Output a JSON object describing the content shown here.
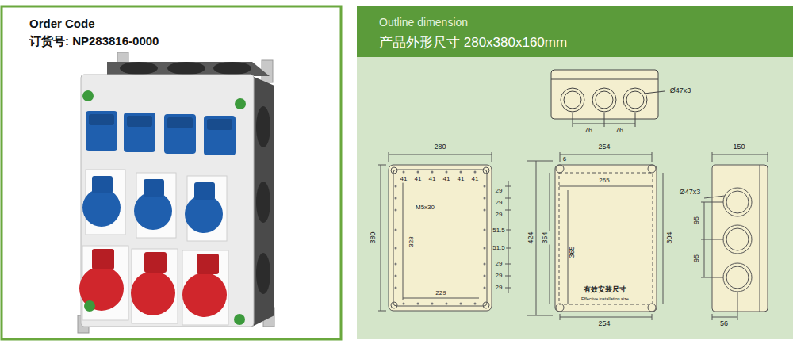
{
  "diagram": {
    "nodes": [
      {
        "text": [
          "Outline dimension",
          "产品外形尺寸 280x380x160mm"
        ]
      }
    ],
    "labels": [
      "Order Code",
      "订货号: NP283816-0000",
      "Ø47x3",
      "76",
      "76",
      "280",
      "41",
      "41",
      "41",
      "41",
      "41",
      "41",
      "29",
      "29",
      "29",
      "51.5",
      "51.5",
      "29",
      "29",
      "29",
      "M5x30",
      "328",
      "380",
      "229",
      "254",
      "6",
      "265",
      "424",
      "354",
      "365",
      "304",
      "有效安装尺寸",
      "Effective installation size",
      "254",
      "150",
      "Ø47x3",
      "95",
      "95",
      "56"
    ]
  }
}
